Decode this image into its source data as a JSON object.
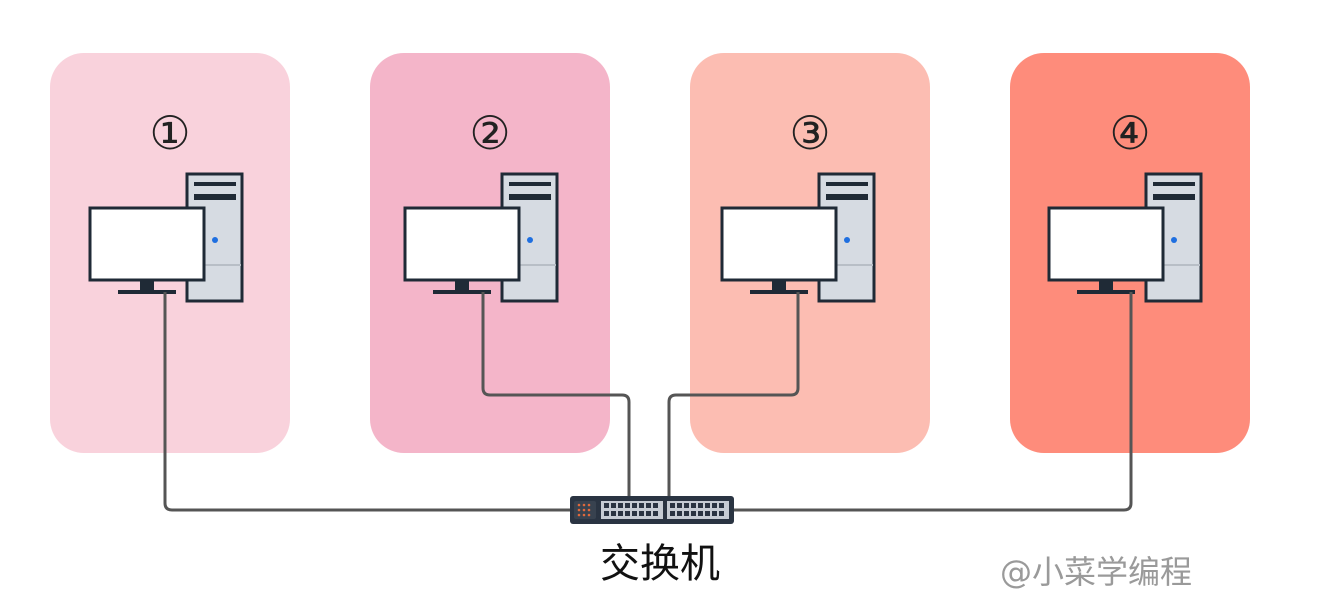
{
  "panels": [
    {
      "label": "①",
      "color": "#f9d2dc"
    },
    {
      "label": "②",
      "color": "#f4b5c9"
    },
    {
      "label": "③",
      "color": "#fcbdb2"
    },
    {
      "label": "④",
      "color": "#fe8c7b"
    }
  ],
  "switch": {
    "label": "交换机"
  },
  "watermark": "@小菜学编程",
  "colors": {
    "wire": "#555555",
    "monitor_frame": "#1f2a36",
    "tower": "#d6dbe2",
    "switch_body": "#2a3442",
    "power_led": "#1f6fe0"
  }
}
